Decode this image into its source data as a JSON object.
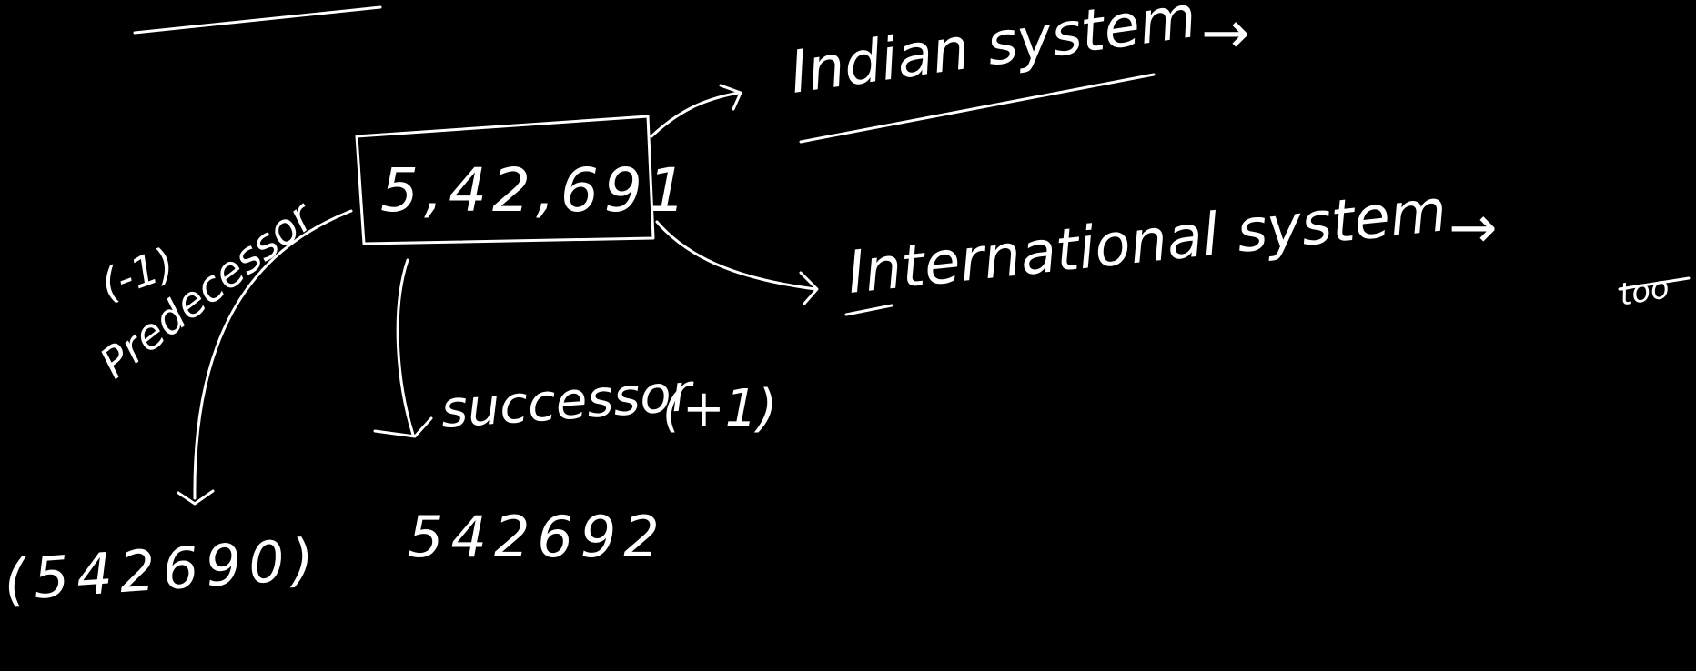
{
  "diagram": {
    "number_in_box": "5,42,691",
    "branch_top": "Indian system",
    "branch_top_arrow": "→",
    "branch_right": "International system",
    "branch_right_arrow": "→",
    "edge_left_label": "Predecessor",
    "edge_left_note": "(-1)",
    "edge_down_label": "successor",
    "edge_down_note": "(+1)",
    "predecessor_value": "(542690)",
    "successor_value": "542692",
    "corner_scribble": "too"
  },
  "colors": {
    "background": "#000000",
    "ink": "#ffffff"
  }
}
